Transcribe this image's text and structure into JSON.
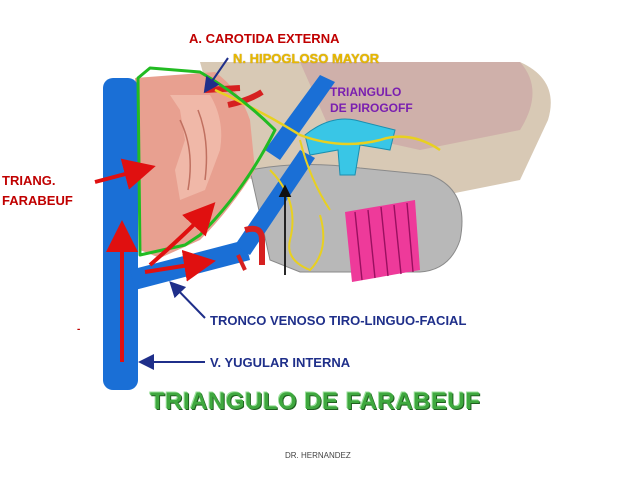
{
  "labels": {
    "carotida": "A. CAROTIDA EXTERNA",
    "hipogloso": "N. HIPOGLOSO MAYOR",
    "triangulo_pirogoff_1": "TRIANGULO",
    "triangulo_pirogoff_2": "DE PIROGOFF",
    "triang_farabeuf_1": "TRIANG.",
    "triang_farabeuf_2": "FARABEUF",
    "tronco_venoso": "TRONCO VENOSO TIRO-LINGUO-FACIAL",
    "yugular": "V. YUGULAR INTERNA",
    "dot": "-"
  },
  "title": "TRIANGULO DE FARABEUF",
  "footer": "DR. HERNANDEZ",
  "colors": {
    "vein_blue": "#1a6fd6",
    "artery_red": "#d62020",
    "muscle_pink": "#e8a090",
    "tongue_pink": "#ee3a9a",
    "bone_gray": "#b8b8b8",
    "tissue_tan": "#d8c9b5",
    "cyan_vein": "#39c6e6",
    "outline_green": "#22bb22",
    "arrow_red": "#e01010",
    "arrow_blue": "#1f2f8a"
  }
}
